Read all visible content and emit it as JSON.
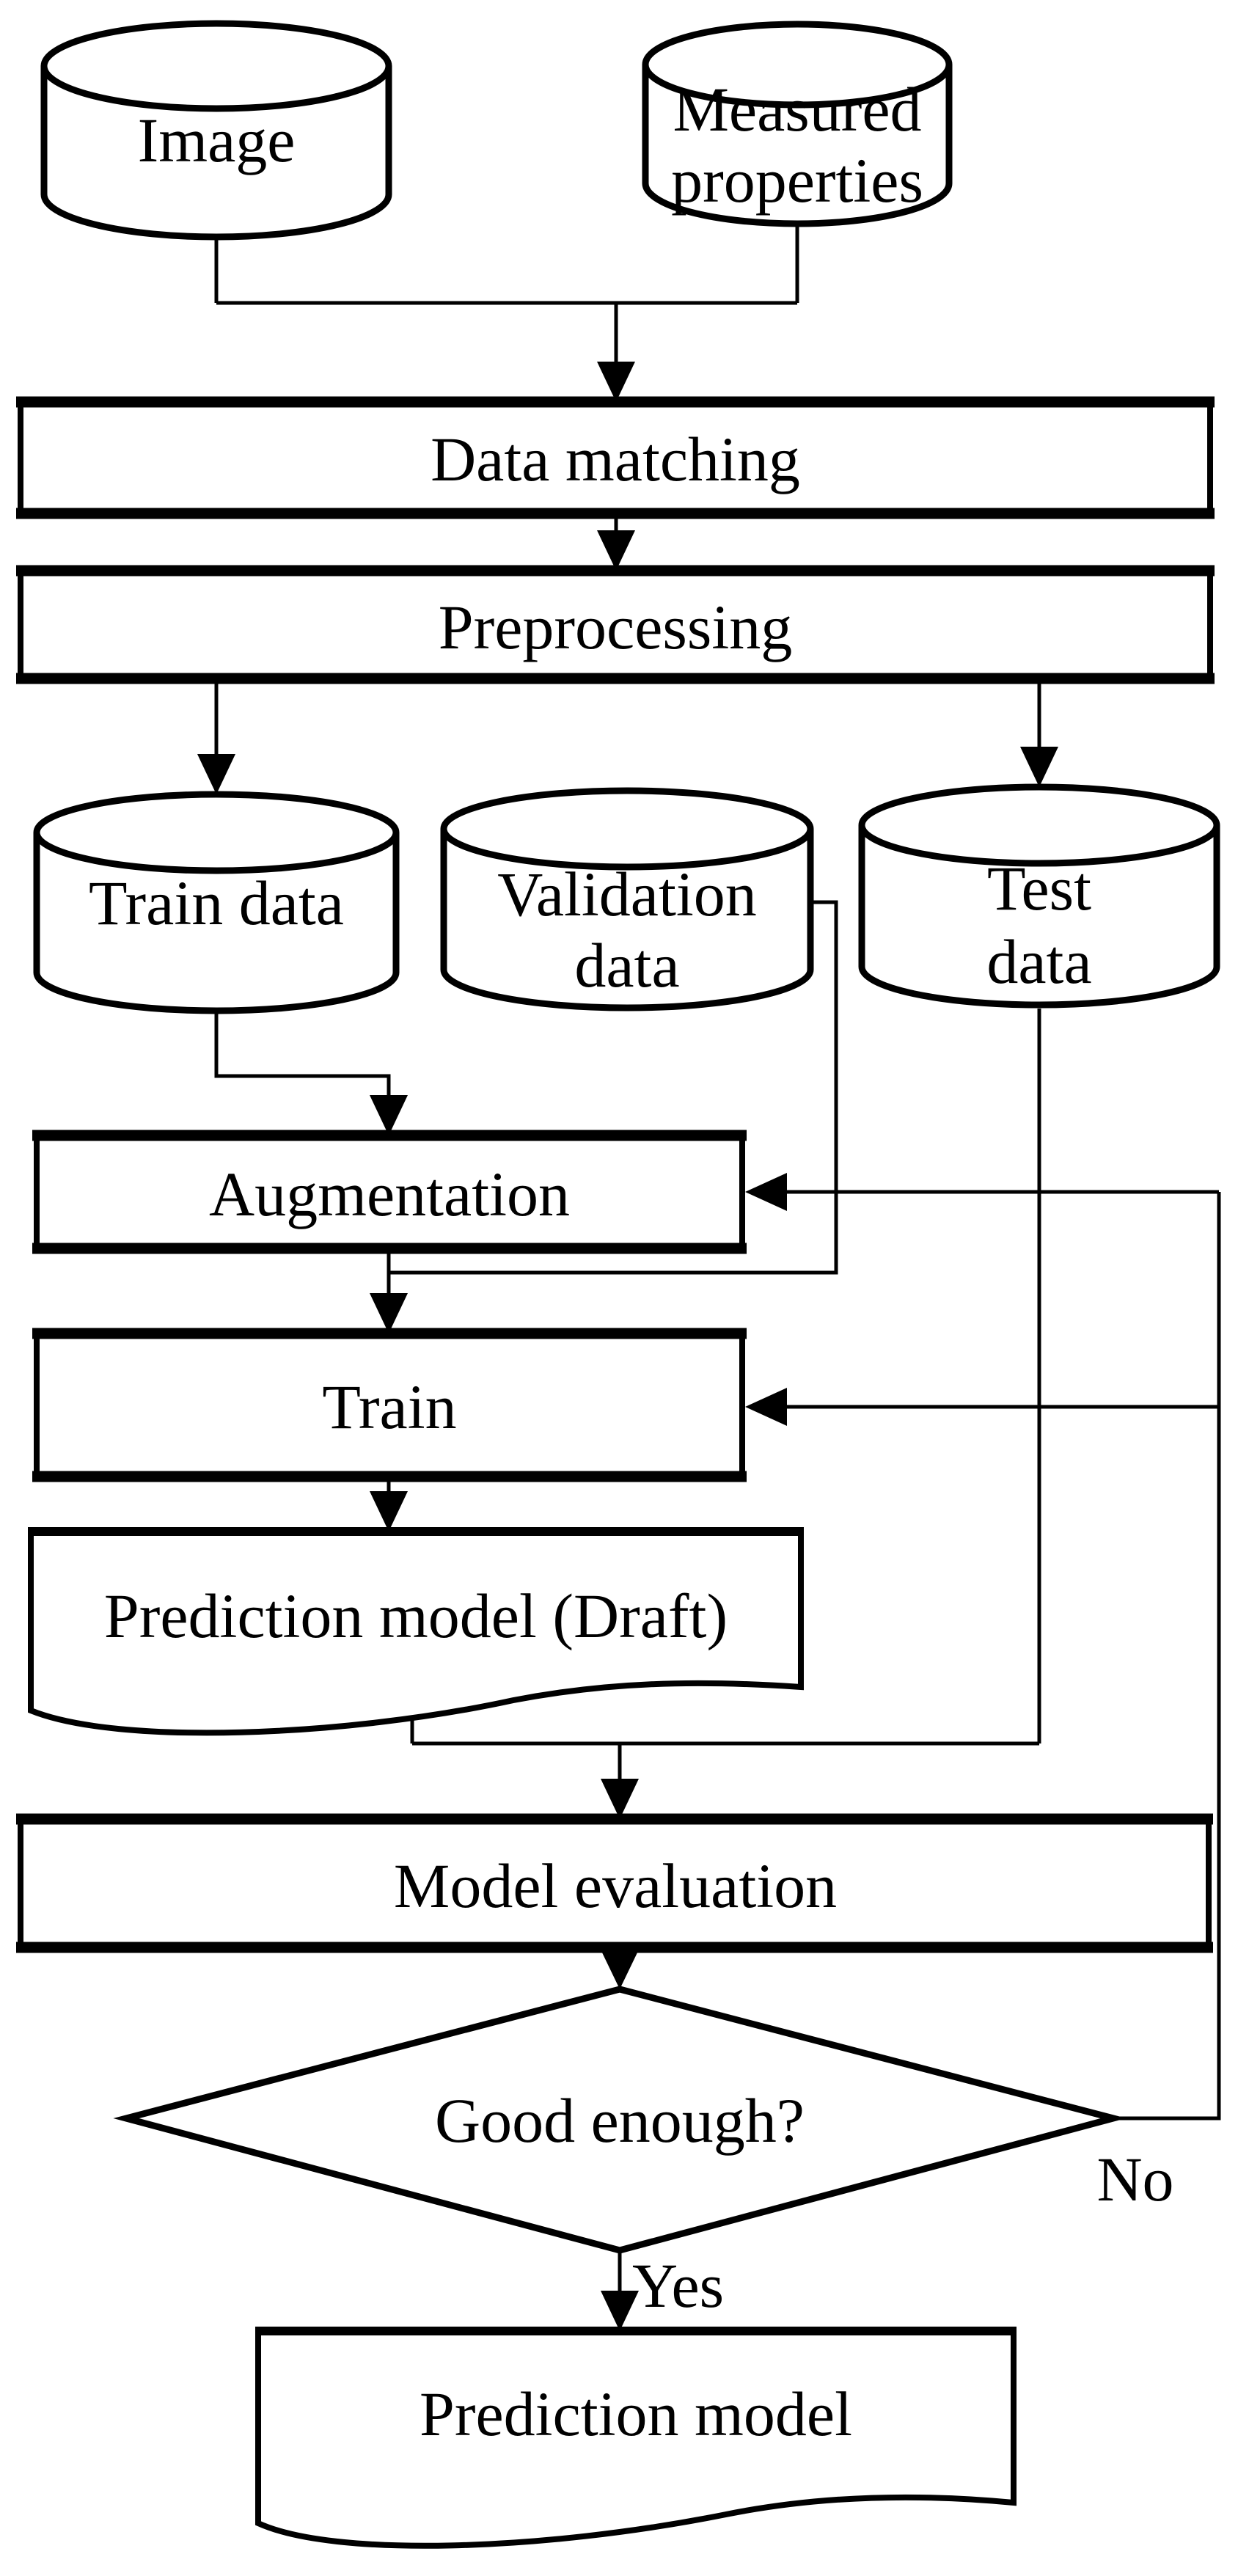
{
  "flowchart": {
    "background_color": "#ffffff",
    "stroke_color": "#000000",
    "fill_color": "#ffffff",
    "nodes": {
      "image_db": {
        "type": "database",
        "label": "Image"
      },
      "measured_db": {
        "type": "database",
        "lines": [
          "Measured",
          "properties"
        ]
      },
      "data_matching": {
        "type": "process",
        "label": "Data matching"
      },
      "preprocessing": {
        "type": "process",
        "label": "Preprocessing"
      },
      "train_db": {
        "type": "database",
        "label": "Train data"
      },
      "validation_db": {
        "type": "database",
        "lines": [
          "Validation",
          "data"
        ]
      },
      "test_db": {
        "type": "database",
        "lines": [
          "Test",
          "data"
        ]
      },
      "augmentation": {
        "type": "process",
        "label": "Augmentation"
      },
      "train": {
        "type": "process",
        "label": "Train"
      },
      "prediction_model_draft": {
        "type": "document",
        "label": "Prediction model (Draft)"
      },
      "model_evaluation": {
        "type": "process",
        "label": "Model evaluation"
      },
      "good_enough": {
        "type": "decision",
        "label": "Good enough?"
      },
      "prediction_model": {
        "type": "document",
        "label": "Prediction model"
      }
    },
    "labels": {
      "no": "No",
      "yes": "Yes"
    },
    "edges": [
      {
        "from": "image_db",
        "to": "data_matching"
      },
      {
        "from": "measured_db",
        "to": "data_matching"
      },
      {
        "from": "data_matching",
        "to": "preprocessing"
      },
      {
        "from": "preprocessing",
        "to": "train_db"
      },
      {
        "from": "preprocessing",
        "to": "test_db"
      },
      {
        "from": "train_db",
        "to": "augmentation"
      },
      {
        "from": "validation_db",
        "to": "train"
      },
      {
        "from": "augmentation",
        "to": "train"
      },
      {
        "from": "train",
        "to": "prediction_model_draft"
      },
      {
        "from": "prediction_model_draft",
        "to": "model_evaluation"
      },
      {
        "from": "test_db",
        "to": "model_evaluation"
      },
      {
        "from": "model_evaluation",
        "to": "good_enough"
      },
      {
        "from": "good_enough",
        "to": "prediction_model",
        "label": "Yes"
      },
      {
        "from": "good_enough",
        "to": "augmentation",
        "label": "No"
      },
      {
        "from": "good_enough",
        "to": "train",
        "label": "No"
      }
    ]
  }
}
